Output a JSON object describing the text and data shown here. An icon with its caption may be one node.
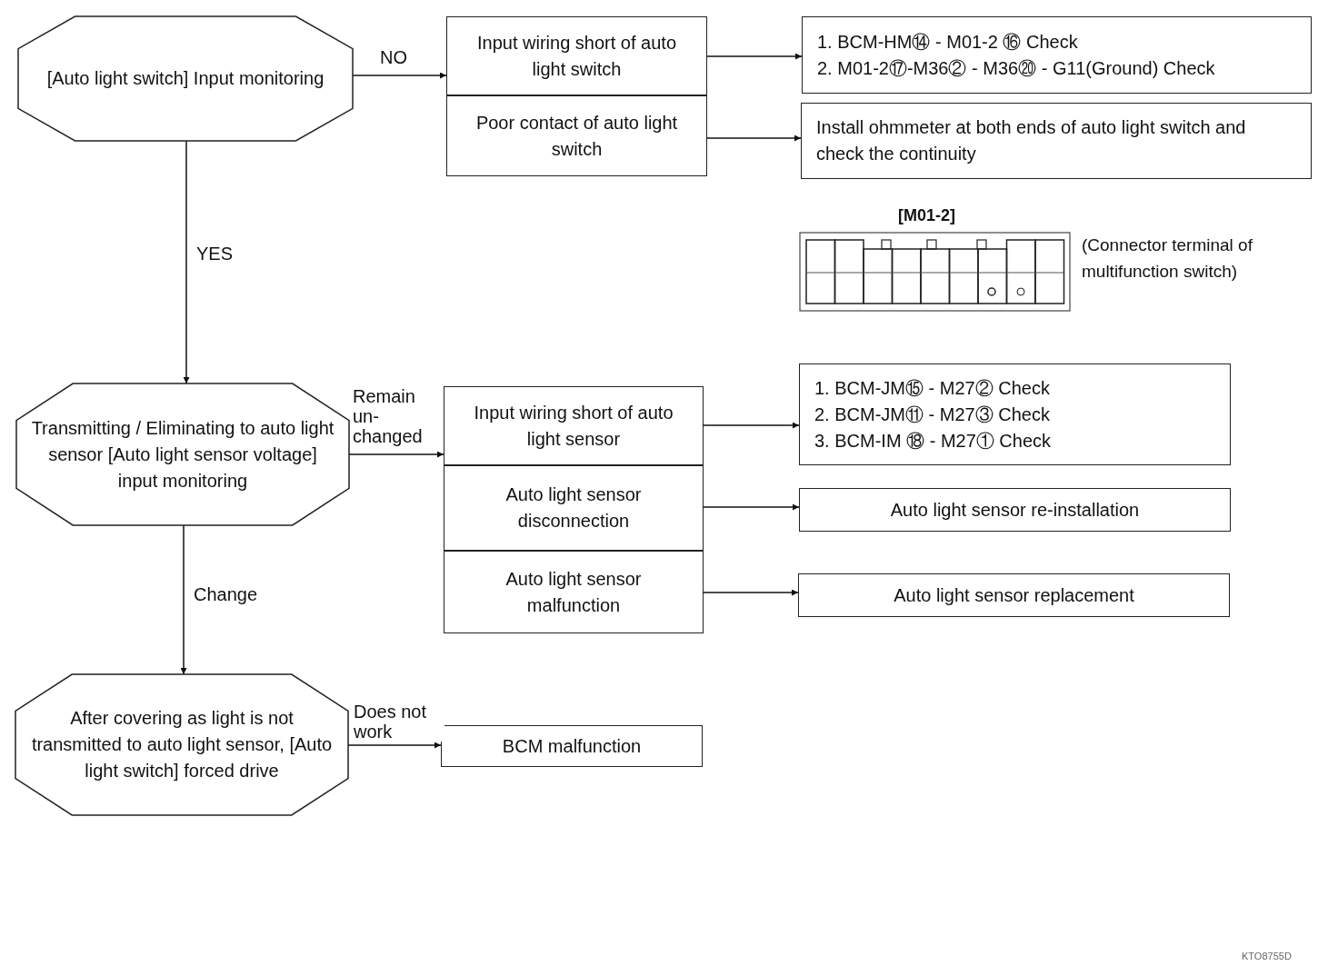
{
  "diagram": {
    "nodes": [
      {
        "text": [
          "[Auto light switch] Input monitoring"
        ]
      },
      {
        "text": [
          "Input wiring short of auto light switch"
        ]
      },
      {
        "text": [
          "Poor contact of auto light switch"
        ]
      },
      {
        "text": [
          "1. BCM-HM⑭ - M01-2 ⑯  Check",
          "2. M01-2⑰-M36② - M36⑳ - G11(Ground) Check"
        ]
      },
      {
        "text": [
          "Install ohmmeter at both ends of auto light switch and check the continuity"
        ]
      },
      {
        "text": [
          "Transmitting / Eliminating to auto light sensor [Auto light sensor voltage] input monitoring"
        ]
      },
      {
        "text": [
          "Input wiring short of auto light sensor"
        ]
      },
      {
        "text": [
          "Auto light sensor disconnection"
        ]
      },
      {
        "text": [
          "Auto light sensor malfunction"
        ]
      },
      {
        "text": [
          "1. BCM-JM⑮ - M27②  Check",
          "2. BCM-JM⑪ - M27③  Check",
          "3. BCM-IM ⑱ - M27①  Check"
        ]
      },
      {
        "text": [
          "Auto light sensor re-installation"
        ]
      },
      {
        "text": [
          "Auto light sensor replacement"
        ]
      },
      {
        "text": [
          "After covering as light is not transmitted to auto light sensor, [Auto light switch] forced drive"
        ]
      },
      {
        "text": [
          "BCM malfunction"
        ]
      }
    ],
    "edges": [
      {
        "from": 0,
        "to": 1,
        "arrow": "to",
        "label": "NO"
      },
      {
        "from": 1,
        "to": 3,
        "arrow": "to"
      },
      {
        "from": 2,
        "to": 4,
        "arrow": "to"
      },
      {
        "from": 0,
        "to": 5,
        "arrow": "to",
        "label": "YES"
      },
      {
        "from": 5,
        "to": 6,
        "arrow": "to",
        "label": "Remain un- changed"
      },
      {
        "from": 6,
        "to": 9,
        "arrow": "to"
      },
      {
        "from": 7,
        "to": 10,
        "arrow": "to"
      },
      {
        "from": 8,
        "to": 11,
        "arrow": "to"
      },
      {
        "from": 5,
        "to": 12,
        "arrow": "to",
        "label": "Change"
      },
      {
        "from": 12,
        "to": 13,
        "arrow": "to",
        "label": "Does not work"
      }
    ],
    "labels": [
      "[M01-2]",
      "(Connector terminal of multifunction switch)",
      "KTO8755D"
    ]
  }
}
